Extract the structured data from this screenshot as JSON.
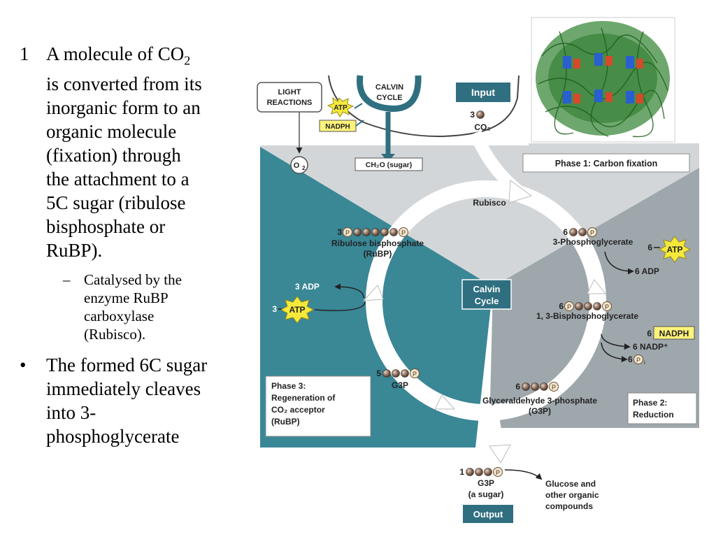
{
  "bullets": {
    "b1_number": "1",
    "b1_lines": [
      "A molecule of CO",
      "is converted from its",
      "inorganic form to an",
      "organic molecule",
      "(fixation) through",
      "the attachment to a",
      "5C sugar (ribulose",
      "bisphosphate or",
      "RuBP)."
    ],
    "b1_sub2": "2",
    "sub_dash": "–",
    "sub_lines": [
      "Catalysed by the",
      "enzyme RuBP",
      "carboxylase",
      "(Rubisco)."
    ],
    "b2_dot": "•",
    "b2_lines": [
      "The formed 6C sugar",
      "immediately cleaves",
      "into 3-",
      "phosphoglycerate"
    ]
  },
  "diagram": {
    "light_reactions": [
      "LIGHT",
      "REACTIONS"
    ],
    "calvin_cycle_top": [
      "CALVIN",
      "CYCLE"
    ],
    "atp": "ATP",
    "nadph": "NADPH",
    "o2": "O",
    "o2_sub": "2",
    "ch2o": "CH₂O (sugar)",
    "input": "Input",
    "input_count": "3",
    "input_co2": "CO₂",
    "phase1": "Phase 1: Carbon fixation",
    "rubisco": "Rubisco",
    "rubp_count": "3",
    "rubp_name": "Ribulose bisphosphate",
    "rubp_abbr": "(RuBP)",
    "pg_count": "6",
    "pg_name": "3-Phosphoglycerate",
    "atp6_count": "6",
    "adp6": "6 ADP",
    "calvin_center": [
      "Calvin",
      "Cycle"
    ],
    "bpg_count": "6",
    "bpg_name": "1, 3-Bisphosphoglycerate",
    "nadph6_count": "6",
    "nadp6": "6 NADP⁺",
    "pi6": "6",
    "pi_sub": "i",
    "adp3": "3 ADP",
    "atp3_count": "3",
    "g3p5_count": "5",
    "g3p5": "G3P",
    "g3p6_count": "6",
    "g3p6_name": "Glyceraldehyde 3-phosphate",
    "g3p6_abbr": "(G3P)",
    "phase3": [
      "Phase 3:",
      "Regeneration of",
      "CO₂ acceptor",
      "(RuBP)"
    ],
    "phase2": [
      "Phase 2:",
      "Reduction"
    ],
    "out_count": "1",
    "out_g3p": "G3P",
    "out_sugar": "(a sugar)",
    "glucose": [
      "Glucose and",
      "other organic",
      "compounds"
    ],
    "output": "Output",
    "p_symbol": "P"
  },
  "colors": {
    "teal": "#3a8796",
    "gray_panel": "#9ea7ac",
    "light_panel": "#d3d6d8",
    "label_teal": "#2f6f80",
    "atp_yellow": "#f4e93b",
    "nadph_yellow": "#fff37a",
    "molecule": "#8b6d5a"
  }
}
